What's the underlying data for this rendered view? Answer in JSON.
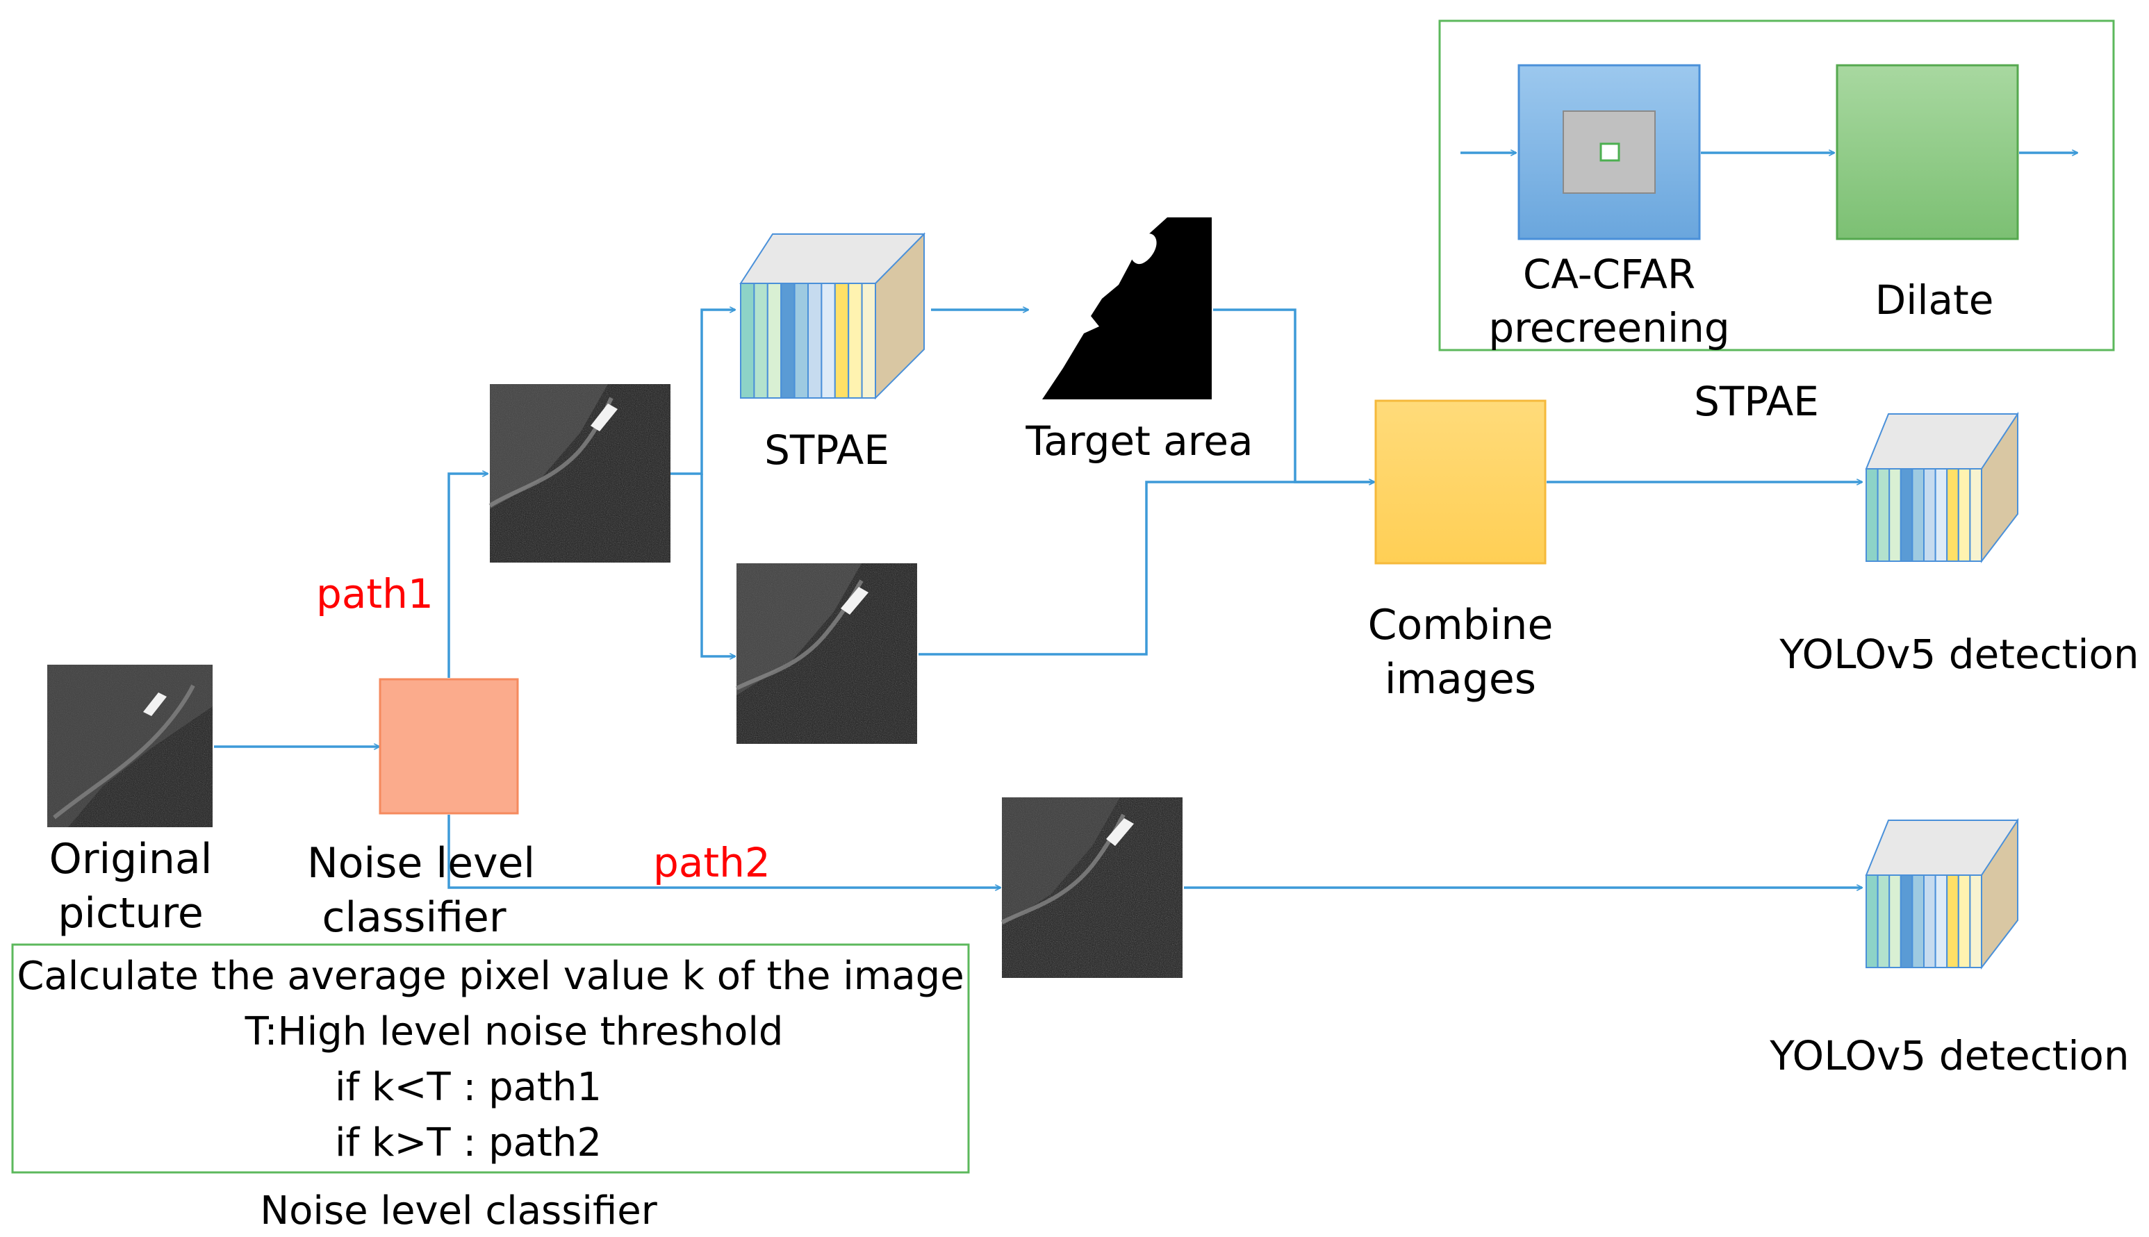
{
  "labels": {
    "original_picture_1": "Original",
    "original_picture_2": "picture",
    "noise_classifier_1": "Noise level",
    "noise_classifier_2": "classifier",
    "path1": "path1",
    "path2": "path2",
    "stpae_mid": "STPAE",
    "target_area": "Target area",
    "combine_1": "Combine",
    "combine_2": "images",
    "yolo_top": "YOLOv5 detection",
    "yolo_bottom": "YOLOv5 detection",
    "inset_cfar_1": "CA-CFAR",
    "inset_cfar_2": "precreening",
    "inset_dilate": "Dilate",
    "inset_caption": "STPAE",
    "classifier_box_caption": "Noise level classifier"
  },
  "classifier_box": {
    "lines": [
      "Calculate the average pixel value k of the image",
      "T:High level noise threshold",
      "if k<T : path1",
      "if k>T : path2"
    ]
  },
  "colors": {
    "arrow": "#3d9ad8",
    "path_label": "#ff0000",
    "frame_green": "#5cb85c",
    "classifier_fill": "#fbab8c",
    "combine_fill": "#ffd66b",
    "cfar_fill": "#86b9e8",
    "dilate_fill": "#94cf8e",
    "layer_palette": [
      "#8dd3c7",
      "#b3e2cd",
      "#d9f0d3",
      "#5a9bd5",
      "#9ecae1",
      "#c6dbef",
      "#deebf7",
      "#ffe066",
      "#fff3b0",
      "#f7f3d0",
      "#d9c7a3"
    ]
  },
  "icons": [
    "sar-image-thumbnail",
    "target-mask-silhouette",
    "cnn-feature-stack",
    "flow-arrow"
  ]
}
